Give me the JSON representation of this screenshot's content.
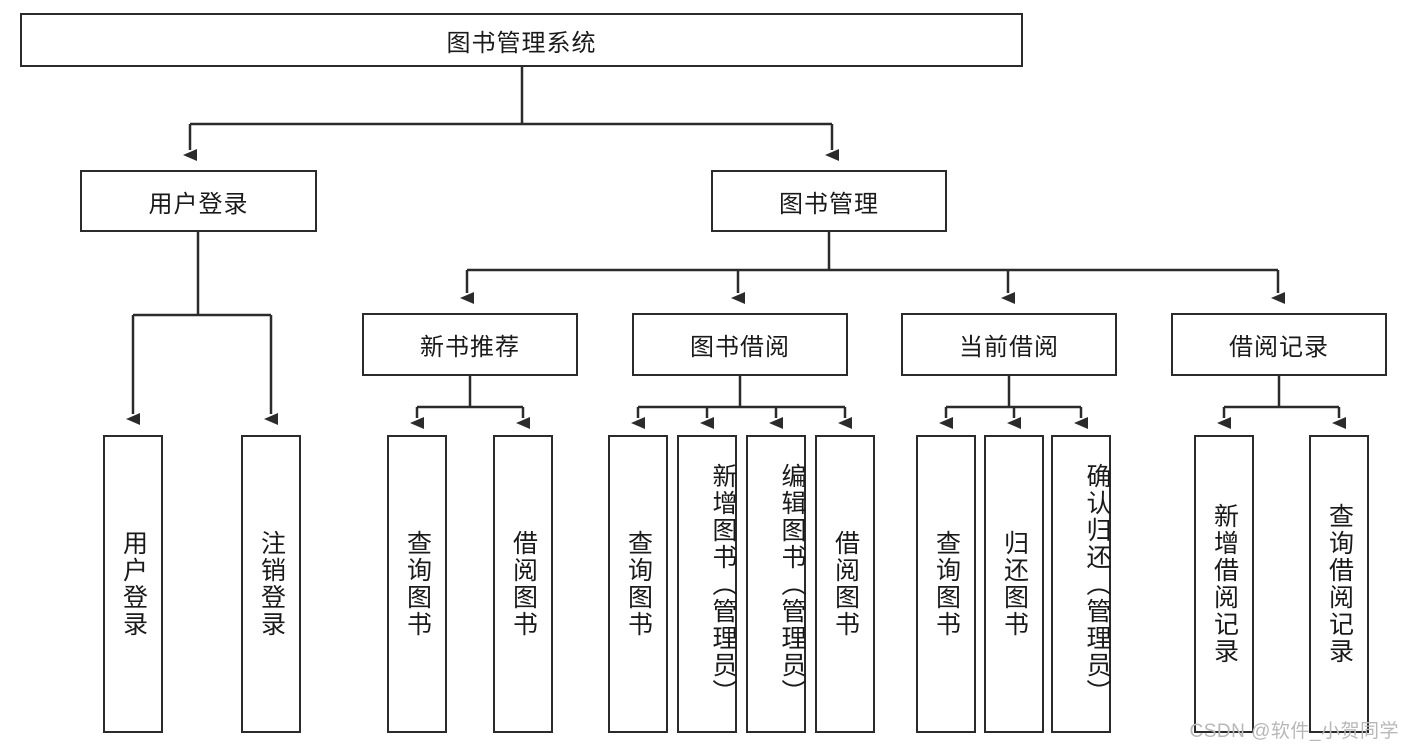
{
  "diagram": {
    "title": "图书管理系统",
    "type": "tree",
    "root": {
      "id": "root",
      "label": "图书管理系统"
    },
    "level2": [
      {
        "id": "user-login",
        "label": "用户登录"
      },
      {
        "id": "book-management",
        "label": "图书管理"
      }
    ],
    "level3": [
      {
        "id": "new-book-recommend",
        "label": "新书推荐",
        "parent": "book-management"
      },
      {
        "id": "book-borrow",
        "label": "图书借阅",
        "parent": "book-management"
      },
      {
        "id": "current-borrow",
        "label": "当前借阅",
        "parent": "book-management"
      },
      {
        "id": "borrow-record",
        "label": "借阅记录",
        "parent": "book-management"
      }
    ],
    "leaves": {
      "user-login": [
        {
          "id": "leaf-user-login",
          "label": "用户登录"
        },
        {
          "id": "leaf-user-logout",
          "label": "注销登录"
        }
      ],
      "new-book-recommend": [
        {
          "id": "leaf-query-book-1",
          "label": "查询图书"
        },
        {
          "id": "leaf-borrow-book-1",
          "label": "借阅图书"
        }
      ],
      "book-borrow": [
        {
          "id": "leaf-query-book-2",
          "label": "查询图书"
        },
        {
          "id": "leaf-add-book",
          "label": "新增图书（管理员）"
        },
        {
          "id": "leaf-edit-book",
          "label": "编辑图书（管理员）"
        },
        {
          "id": "leaf-borrow-book-2",
          "label": "借阅图书"
        }
      ],
      "current-borrow": [
        {
          "id": "leaf-query-book-3",
          "label": "查询图书"
        },
        {
          "id": "leaf-return-book",
          "label": "归还图书"
        },
        {
          "id": "leaf-confirm-return",
          "label": "确认归还（管理员）"
        }
      ],
      "borrow-record": [
        {
          "id": "leaf-add-record",
          "label": "新增借阅记录"
        },
        {
          "id": "leaf-query-record",
          "label": "查询借阅记录"
        }
      ]
    },
    "colors": {
      "stroke": "#2b2b2b",
      "fill": "#ffffff",
      "text": "#1a1a1a",
      "watermark": "#b8b8b8"
    }
  },
  "watermark": {
    "text": "CSDN @软件_小贺同学"
  }
}
